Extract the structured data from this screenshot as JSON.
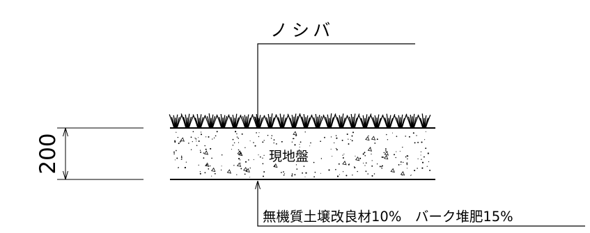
{
  "top_label": "ノシバ",
  "dimension_label": "200",
  "layer_label": "現地盤",
  "bottom_label": "無機質土壌改良材10%　バーク堆肥15%"
}
